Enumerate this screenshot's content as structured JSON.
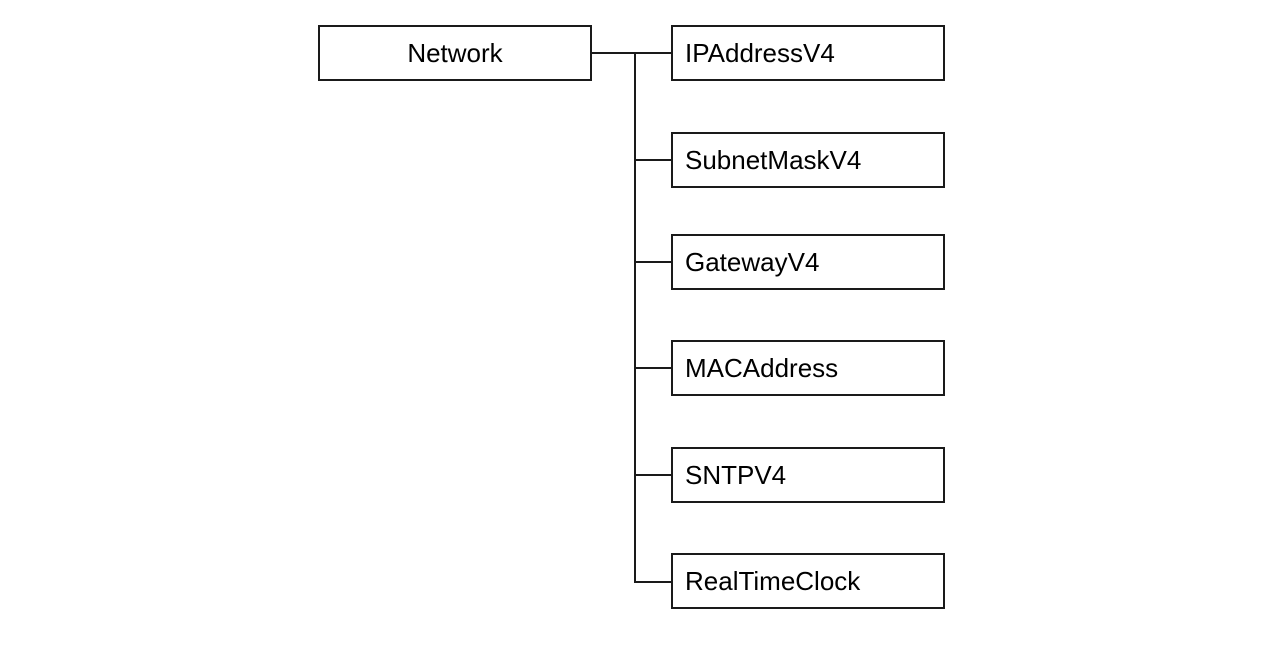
{
  "diagram": {
    "root": {
      "label": "Network"
    },
    "children": [
      {
        "label": "IPAddressV4"
      },
      {
        "label": "SubnetMaskV4"
      },
      {
        "label": "GatewayV4"
      },
      {
        "label": "MACAddress"
      },
      {
        "label": "SNTPV4"
      },
      {
        "label": "RealTimeClock"
      }
    ]
  }
}
